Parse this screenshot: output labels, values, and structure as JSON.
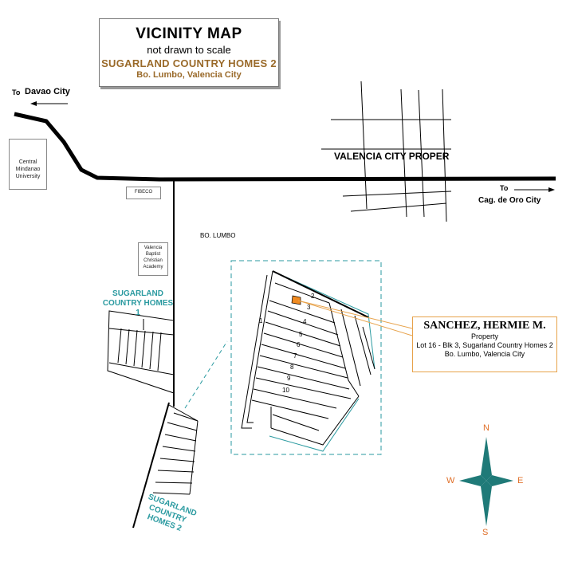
{
  "title": {
    "heading": "VICINITY MAP",
    "subtitle": "not drawn to scale",
    "project": "SUGARLAND COUNTRY HOMES 2",
    "location": "Bo. Lumbo, Valencia City"
  },
  "labels": {
    "to_davao_prefix": "To",
    "to_davao": "Davao City",
    "to_cdo_prefix": "To",
    "to_cdo": "Cag. de Oro City",
    "valencia_proper": "VALENCIA CITY PROPER",
    "bo_lumbo": "BO. LUMBO",
    "cmu": "Central Mindanao University",
    "fibeco": "FIBECO",
    "vbca": "Valencia Baptist Christian Academy",
    "sch1": "SUGARLAND COUNTRY HOMES 1",
    "sch2": "SUGARLAND COUNTRY HOMES 2"
  },
  "owner": {
    "name": "SANCHEZ, HERMIE M.",
    "role": "Property",
    "lot": "Lot 16 - Blk 3, Sugarland Country Homes 2",
    "address": "Bo. Lumbo, Valencia City"
  },
  "lot_numbers": [
    "1",
    "2",
    "3",
    "4",
    "5",
    "6",
    "7",
    "8",
    "9",
    "10"
  ],
  "compass": {
    "n": "N",
    "s": "S",
    "e": "E",
    "w": "W",
    "color": "#1f7a78"
  },
  "colors": {
    "teal": "#2a9aa0",
    "property": "#f08a20",
    "owner_border": "#e7a24a"
  }
}
